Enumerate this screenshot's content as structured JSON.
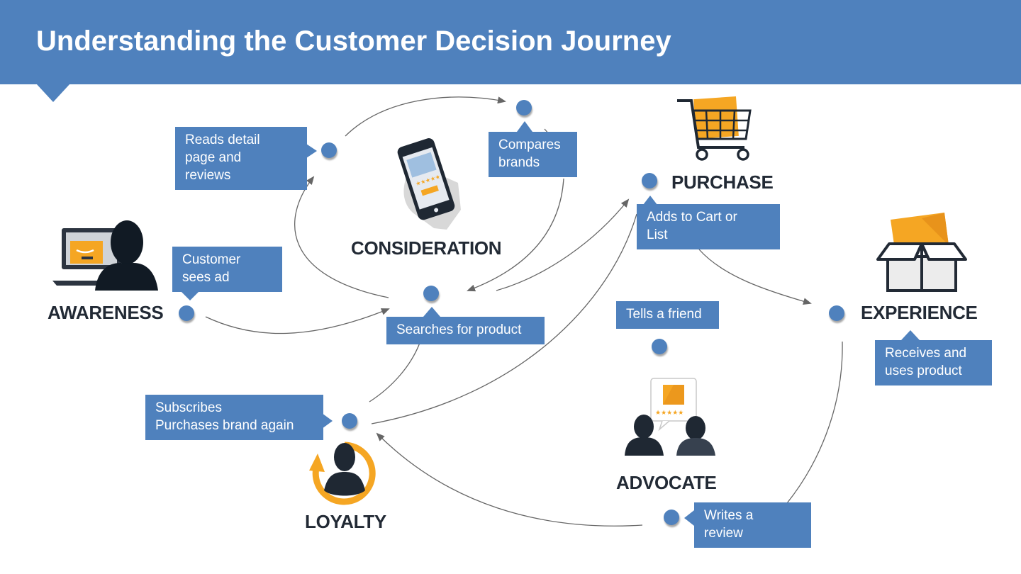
{
  "title": "Understanding the Customer Decision Journey",
  "colors": {
    "accent": "#4f81bd",
    "dark": "#222a35",
    "orange": "#f5a623",
    "arrow": "#666666"
  },
  "stages": {
    "awareness": "AWARENESS",
    "consideration": "CONSIDERATION",
    "purchase": "PURCHASE",
    "experience": "EXPERIENCE",
    "loyalty": "LOYALTY",
    "advocate": "ADVOCATE"
  },
  "steps": {
    "reads": [
      "Reads detail",
      "page and",
      "reviews"
    ],
    "compares": [
      "Compares",
      "brands"
    ],
    "sees_ad": [
      "Customer",
      "sees ad"
    ],
    "searches": [
      "Searches for product"
    ],
    "adds": [
      "Adds to Cart or",
      "List"
    ],
    "tells": [
      "Tells a friend"
    ],
    "receives": [
      "Receives and",
      "uses product"
    ],
    "subscribes": [
      "Subscribes",
      "Purchases brand again"
    ],
    "review": [
      "Writes a",
      "review"
    ]
  },
  "icons": [
    "laptop-person-icon",
    "phone-icon",
    "cart-icon",
    "box-icon",
    "advocate-icon",
    "loyalty-icon"
  ]
}
